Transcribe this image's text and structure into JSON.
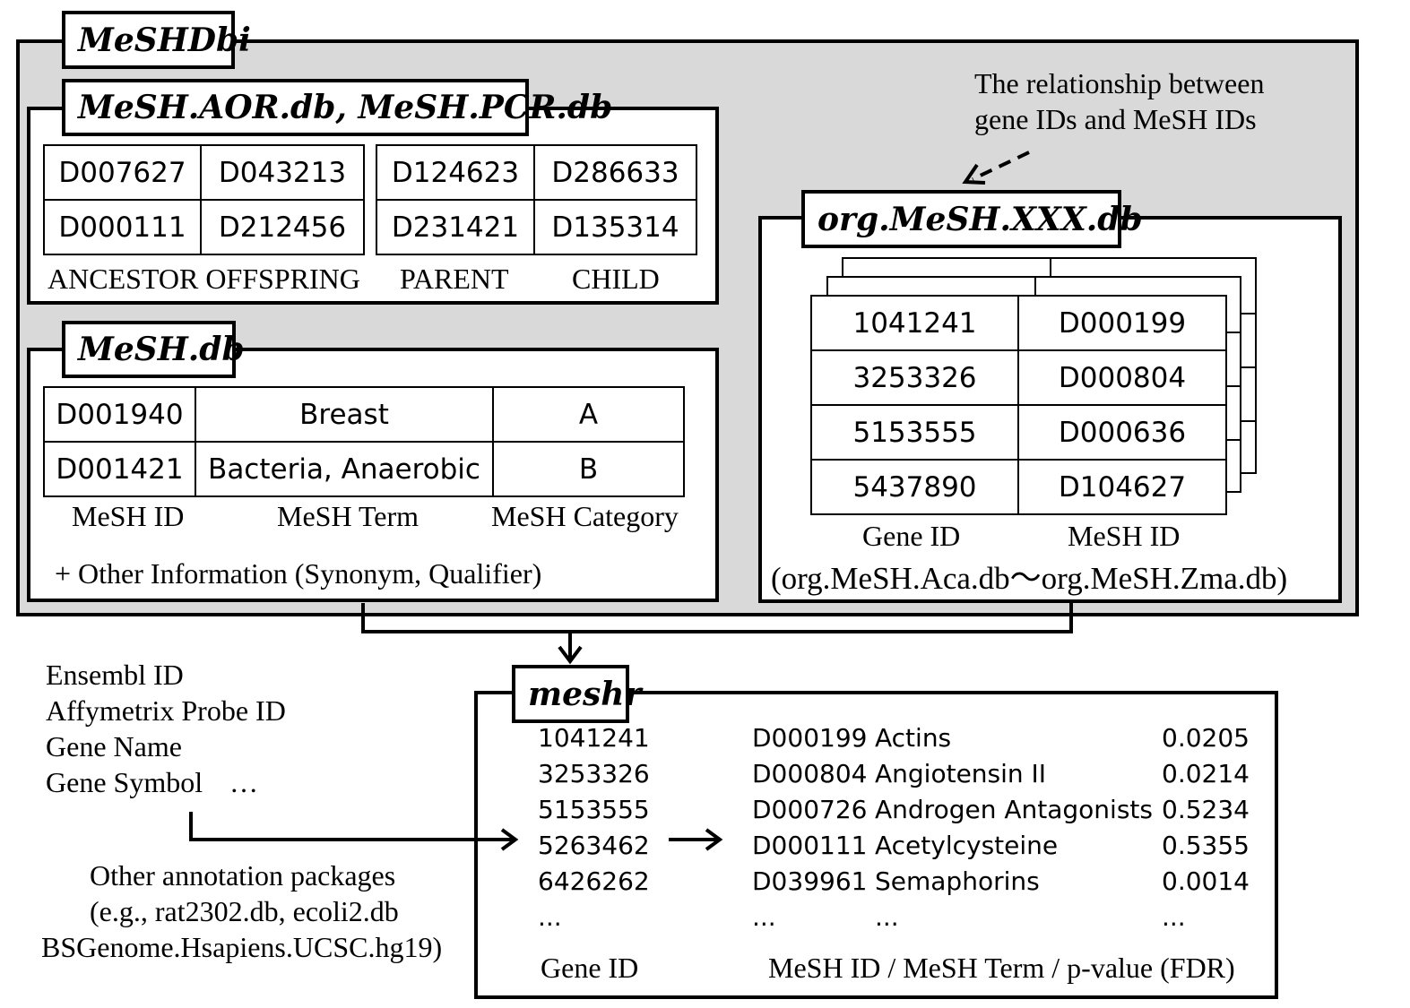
{
  "meshdbi": {
    "title": "MeSHDbi"
  },
  "aor_pcr": {
    "title": "MeSH.AOR.db, MeSH.PCR.db",
    "aor_rows": [
      [
        "D007627",
        "D043213"
      ],
      [
        "D000111",
        "D212456"
      ]
    ],
    "pcr_rows": [
      [
        "D124623",
        "D286633"
      ],
      [
        "D231421",
        "D135314"
      ]
    ],
    "labels": {
      "ancestor_offspring": "ANCESTOR OFFSPRING",
      "parent": "PARENT",
      "child": "CHILD"
    }
  },
  "meshdb": {
    "title": "MeSH.db",
    "rows": [
      [
        "D001940",
        "Breast",
        "A"
      ],
      [
        "D001421",
        "Bacteria, Anaerobic",
        "B"
      ]
    ],
    "headers": [
      "MeSH ID",
      "MeSH Term",
      "MeSH Category"
    ],
    "other_info": "+ Other Information (Synonym, Qualifier)"
  },
  "relationship_note": {
    "line1": "The relationship between",
    "line2": "gene IDs and MeSH IDs"
  },
  "org": {
    "title": "org.MeSH.XXX.db",
    "rows": [
      [
        "1041241",
        "D000199"
      ],
      [
        "3253326",
        "D000804"
      ],
      [
        "5153555",
        "D000636"
      ],
      [
        "5437890",
        "D104627"
      ]
    ],
    "headers": [
      "Gene ID",
      "MeSH ID"
    ],
    "range": "(org.MeSH.Aca.db～org.MeSH.Zma.db)"
  },
  "id_types": [
    "Ensembl ID",
    "Affymetrix Probe ID",
    "Gene Name",
    "Gene Symbol",
    "…"
  ],
  "other_packages": [
    "Other annotation packages",
    "(e.g., rat2302.db, ecoli2.db",
    "BSGenome.Hsapiens.UCSC.hg19)"
  ],
  "meshr": {
    "title": "meshr",
    "gene_ids": [
      "1041241",
      "3253326",
      "5153555",
      "5263462",
      "6426262",
      "..."
    ],
    "mesh_ids": [
      "D000199",
      "D000804",
      "D000726",
      "D000111",
      "D039961",
      "..."
    ],
    "mesh_terms": [
      "Actins",
      "Angiotensin II",
      "Androgen Antagonists",
      "Acetylcysteine",
      "Semaphorins",
      "..."
    ],
    "pvalues": [
      "0.0205",
      "0.0214",
      "0.5234",
      "0.5355",
      "0.0014",
      "..."
    ],
    "footer_gene": "Gene ID",
    "footer_mesh": "MeSH ID / MeSH Term / p-value (FDR)"
  }
}
